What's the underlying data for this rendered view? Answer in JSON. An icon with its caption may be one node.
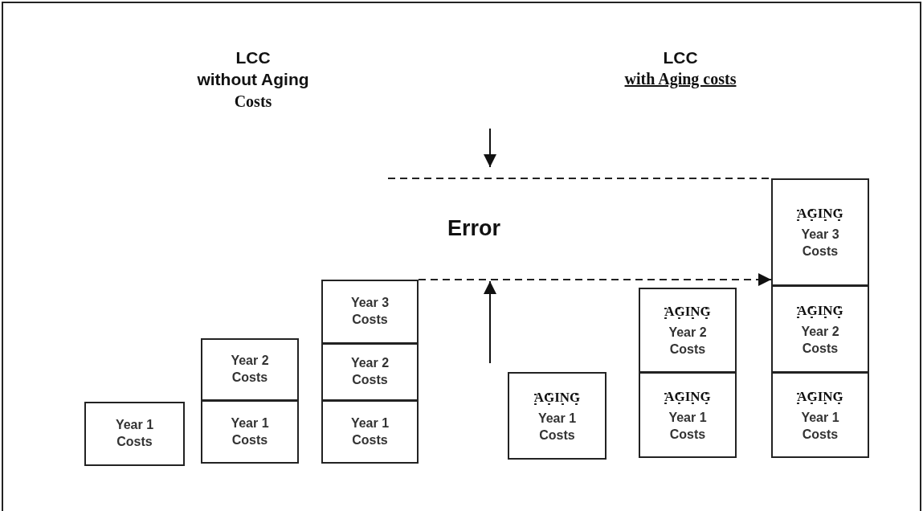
{
  "diagram": {
    "nodes": [
      {
        "text": [
          "Year 1 Costs"
        ]
      },
      {
        "text": [
          "Year 2 Costs"
        ]
      },
      {
        "text": [
          "Year 1 Costs"
        ]
      },
      {
        "text": [
          "Year 3 Costs"
        ]
      },
      {
        "text": [
          "Year 2 Costs"
        ]
      },
      {
        "text": [
          "Year 1 Costs"
        ]
      },
      {
        "text": [
          "AGING",
          "Year 1 Costs"
        ]
      },
      {
        "text": [
          "AGING",
          "Year 2 Costs"
        ]
      },
      {
        "text": [
          "AGING",
          "Year 1 Costs"
        ]
      },
      {
        "text": [
          "AGING",
          "Year 3 Costs"
        ]
      },
      {
        "text": [
          "AGING",
          "Year 2 Costs"
        ]
      },
      {
        "text": [
          "AGING",
          "Year 1 Costs"
        ]
      }
    ],
    "edges": [
      {
        "from": 3,
        "to": 9,
        "arrow": "to",
        "style": "dashed"
      }
    ],
    "labels": [
      "LCC",
      "without Aging",
      "Costs",
      "LCC",
      "with Aging costs",
      "Error"
    ]
  }
}
